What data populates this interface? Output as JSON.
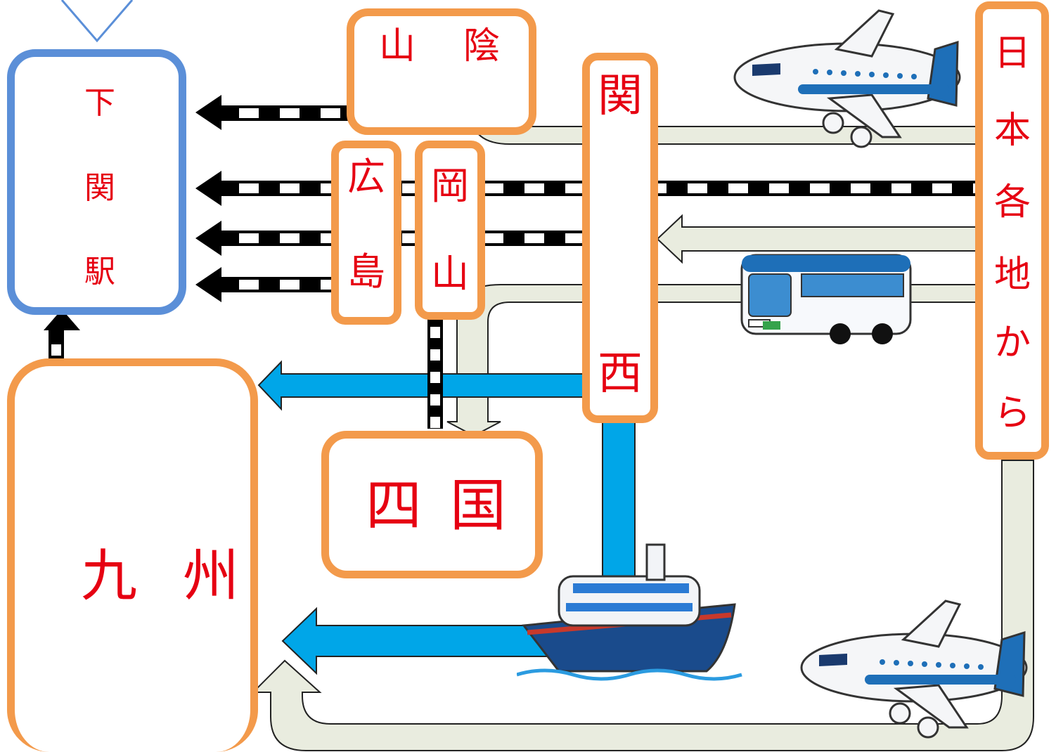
{
  "colors": {
    "region_border": "#f39a4b",
    "station_border": "#5b8fd8",
    "label_text": "#e60012",
    "rail_black": "#000000",
    "ferry_arrow": "#00a6e8",
    "route_arrow": "#e9ecdf"
  },
  "station": {
    "chars": [
      "下",
      "関",
      "駅"
    ]
  },
  "regions": {
    "sanin": {
      "chars": [
        "山",
        "陰"
      ]
    },
    "kansai": {
      "chars": [
        "関",
        "西"
      ]
    },
    "hiroshima": {
      "chars": [
        "広",
        "島"
      ]
    },
    "okayama": {
      "chars": [
        "岡",
        "山"
      ]
    },
    "shikoku": {
      "chars": [
        "四",
        "国"
      ]
    },
    "kyushu": {
      "chars": [
        "九",
        "州"
      ]
    }
  },
  "origin": {
    "chars": [
      "日",
      "本",
      "各",
      "地",
      "か",
      "ら"
    ]
  },
  "illustrations": [
    "airplane-icon",
    "airplane-icon",
    "bus-icon",
    "ferry-icon"
  ]
}
